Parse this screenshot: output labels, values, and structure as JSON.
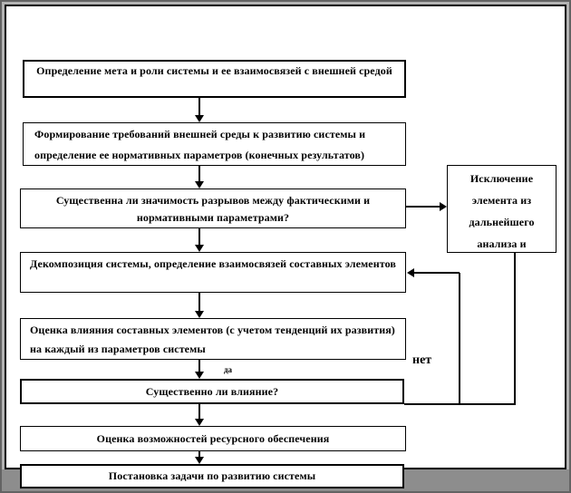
{
  "page": {
    "background": "#ffffff",
    "frame_color": "#000000",
    "margin_color": "#b3b3b3",
    "backdrop_color": "#8d8d8d"
  },
  "flowchart": {
    "boxes": [
      {
        "text": "Определение мета и роли системы и ее взаимосвязей с внешней средой"
      },
      {
        "text": "Формирование требований внешней среды к развитию системы и определение ее нормативных параметров (конечных результатов)"
      },
      {
        "text": "Существенна ли значимость разрывов между фактическими и нормативными параметрами?"
      },
      {
        "text": "Декомпозиция системы, определение взаимосвязей составных элементов"
      },
      {
        "text": "Оценка влияния составных элементов (с учетом тенденций их развития) на каждый из параметров системы"
      },
      {
        "text": "Существенно ли влияние?"
      },
      {
        "text": "Оценка возможностей ресурсного обеспечения"
      },
      {
        "text": "Постановка задачи по развитию системы"
      }
    ],
    "side_box": {
      "text": "Исключение элемента из дальнейшего анализа и"
    },
    "branch_labels": {
      "yes": "да",
      "no": "нет"
    }
  }
}
